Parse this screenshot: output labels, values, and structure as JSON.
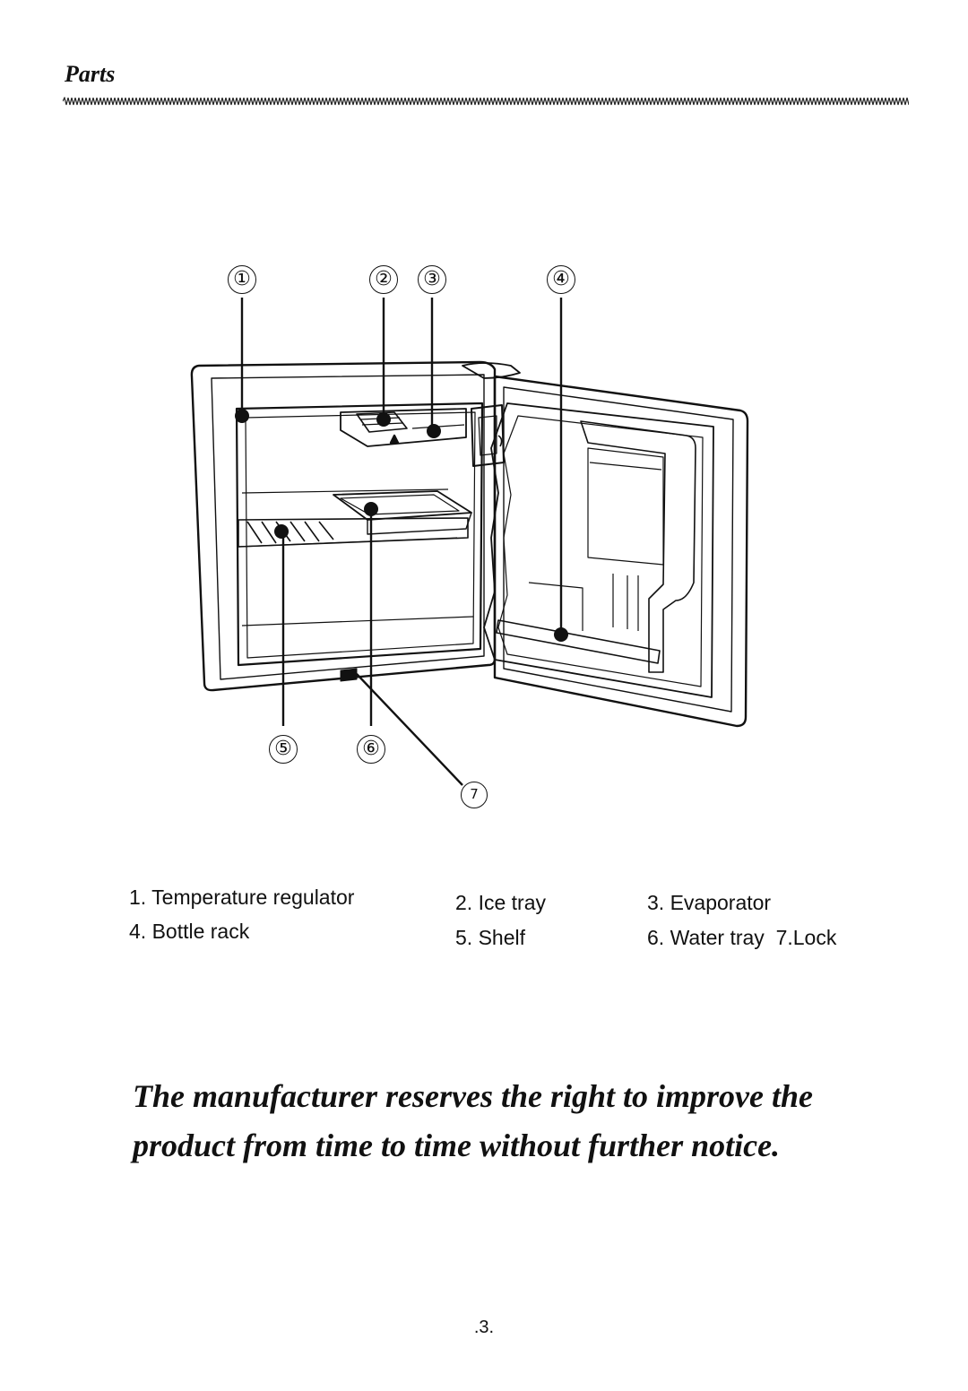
{
  "header": {
    "title": "Parts"
  },
  "diagram": {
    "callouts": [
      "①",
      "②",
      "③",
      "④",
      "⑤",
      "⑥",
      "7"
    ]
  },
  "legend": {
    "items": [
      "1. Temperature regulator",
      "2. Ice tray",
      "3. Evaporator",
      "4. Bottle rack",
      "5. Shelf",
      "6. Water tray  7.Lock"
    ]
  },
  "notice": {
    "line1": "The manufacturer reserves the right to improve the",
    "line2": "product from time to time without further notice."
  },
  "footer": {
    "page_number": ".3."
  }
}
